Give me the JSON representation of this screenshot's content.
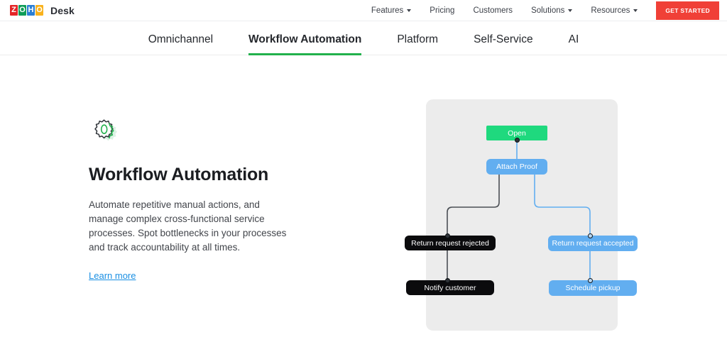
{
  "header": {
    "logo_letters": [
      "Z",
      "O",
      "H",
      "O"
    ],
    "brand_name": "Desk",
    "nav": [
      {
        "label": "Features",
        "caret": true
      },
      {
        "label": "Pricing",
        "caret": false
      },
      {
        "label": "Customers",
        "caret": false
      },
      {
        "label": "Solutions",
        "caret": true
      },
      {
        "label": "Resources",
        "caret": true
      }
    ],
    "cta_label": "GET STARTED",
    "cta_color": "#f04037"
  },
  "tabs": [
    {
      "label": "Omnichannel",
      "active": false
    },
    {
      "label": "Workflow Automation",
      "active": true
    },
    {
      "label": "Platform",
      "active": false
    },
    {
      "label": "Self-Service",
      "active": false
    },
    {
      "label": "AI",
      "active": false
    }
  ],
  "tabs_active_underline_color": "#22b14c",
  "feature": {
    "icon_name": "gear-icon",
    "icon_accent_color": "#22b14c",
    "title": "Workflow Automation",
    "description": "Automate repetitive manual actions, and manage complex cross-functional service processes. Spot bottlenecks in your processes and track accountability at all times.",
    "link_label": "Learn more",
    "link_color": "#1a8fe3"
  },
  "diagram": {
    "panel_color": "#ececec",
    "colors": {
      "green": "#1fd97e",
      "blue": "#62aef0",
      "black": "#0b0b0d",
      "connector_dark": "#4b4f55",
      "connector_blue": "#62aef0"
    },
    "nodes": [
      {
        "id": "open",
        "label": "Open",
        "type": "green"
      },
      {
        "id": "attach",
        "label": "Attach Proof",
        "type": "blue"
      },
      {
        "id": "rejected",
        "label": "Return request rejected",
        "type": "black"
      },
      {
        "id": "accepted",
        "label": "Return request accepted",
        "type": "blue"
      },
      {
        "id": "notify",
        "label": "Notify customer",
        "type": "black"
      },
      {
        "id": "pickup",
        "label": "Schedule pickup",
        "type": "blue"
      }
    ]
  }
}
